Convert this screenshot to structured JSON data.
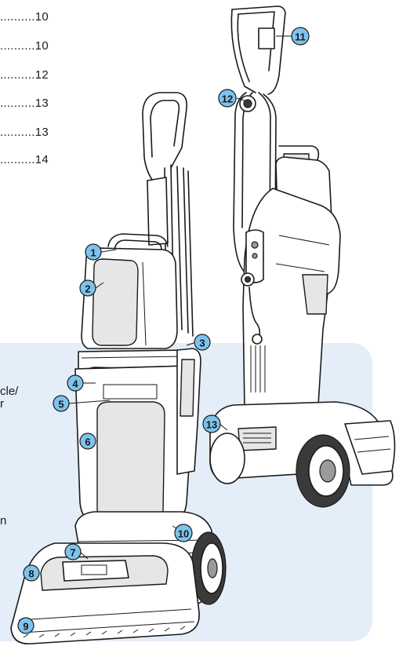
{
  "toc": {
    "rows": [
      {
        "leader": "..........",
        "page": "10"
      },
      {
        "leader": "..........",
        "page": "10"
      },
      {
        "leader": "..........",
        "page": "12"
      },
      {
        "leader": "..........",
        "page": "13"
      },
      {
        "leader": "..........",
        "page": "13"
      },
      {
        "leader": "..........",
        "page": "14"
      }
    ]
  },
  "panel": {
    "fragments": [
      "cle/",
      "r",
      "n"
    ]
  },
  "callouts": [
    "1",
    "2",
    "3",
    "4",
    "5",
    "6",
    "7",
    "8",
    "9",
    "10",
    "11",
    "12",
    "13"
  ],
  "colors": {
    "panel_bg": "#e4eef9",
    "callout_fill": "#7ec3ee",
    "outline": "#1a1a1a"
  }
}
